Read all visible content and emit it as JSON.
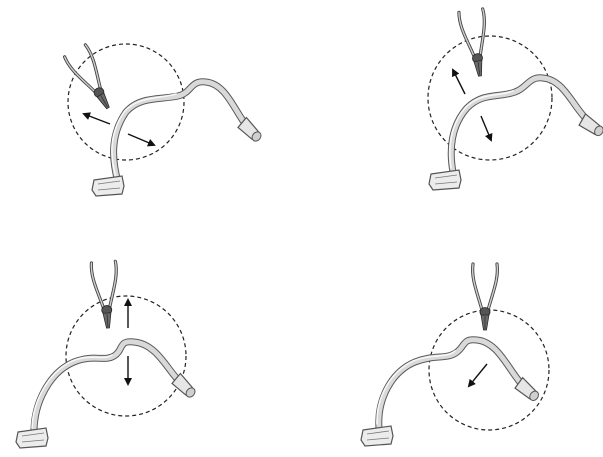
{
  "figure": {
    "panels": [
      {
        "id": "panel-1",
        "arrows": "diagonal-outward-pair"
      },
      {
        "id": "panel-2",
        "arrows": "diagonal-outward-pair"
      },
      {
        "id": "panel-3",
        "arrows": "vertical-outward-pair"
      },
      {
        "id": "panel-4",
        "arrows": "single-diagonal-down-left"
      }
    ],
    "colors": {
      "wire": "#d9d9d9",
      "wire_outline": "#5a5a5a",
      "dashed_circle": "#222222",
      "arrow": "#111111",
      "plier": "#444444"
    }
  }
}
